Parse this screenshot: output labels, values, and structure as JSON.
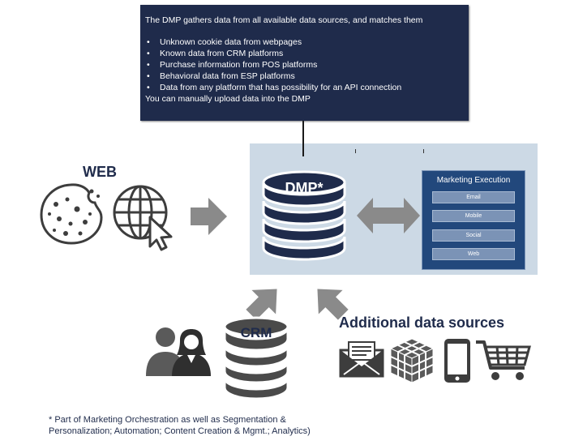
{
  "callout": {
    "heading": "The DMP gathers data from all available data sources, and matches them",
    "bullets": [
      "Unknown cookie data from webpages",
      "Known data from CRM platforms",
      "Purchase information from POS platforms",
      "Behavioral data from ESP platforms",
      "Data from any platform that has possibility for an API connection"
    ],
    "footer": "You can manually upload data into the DMP"
  },
  "web": {
    "title": "WEB"
  },
  "dmp": {
    "title": "DMP*"
  },
  "marketing": {
    "title": "Marketing Execution",
    "items": [
      "Email",
      "Mobile",
      "Social",
      "Web"
    ]
  },
  "crm": {
    "title": "CRM"
  },
  "additional": {
    "title": "Additional data sources"
  },
  "footnote": {
    "line1": "* Part of Marketing Orchestration as well as Segmentation &",
    "line2": "Personalization; Automation; Content Creation & Mgmt.; Analytics)"
  },
  "colors": {
    "navy": "#1f2b4b",
    "panel": "#ccd9e5",
    "marketing_bg": "#22487c",
    "marketing_item": "#7b93b6",
    "arrow_gray": "#8a8a8a",
    "icon_dark": "#4a4a4a"
  },
  "icons": [
    "cookie-icon",
    "globe-cursor-icon",
    "database-icon",
    "bidirectional-arrow-icon",
    "people-icon",
    "envelope-icon",
    "data-cube-icon",
    "mobile-phone-icon",
    "shopping-cart-icon"
  ]
}
